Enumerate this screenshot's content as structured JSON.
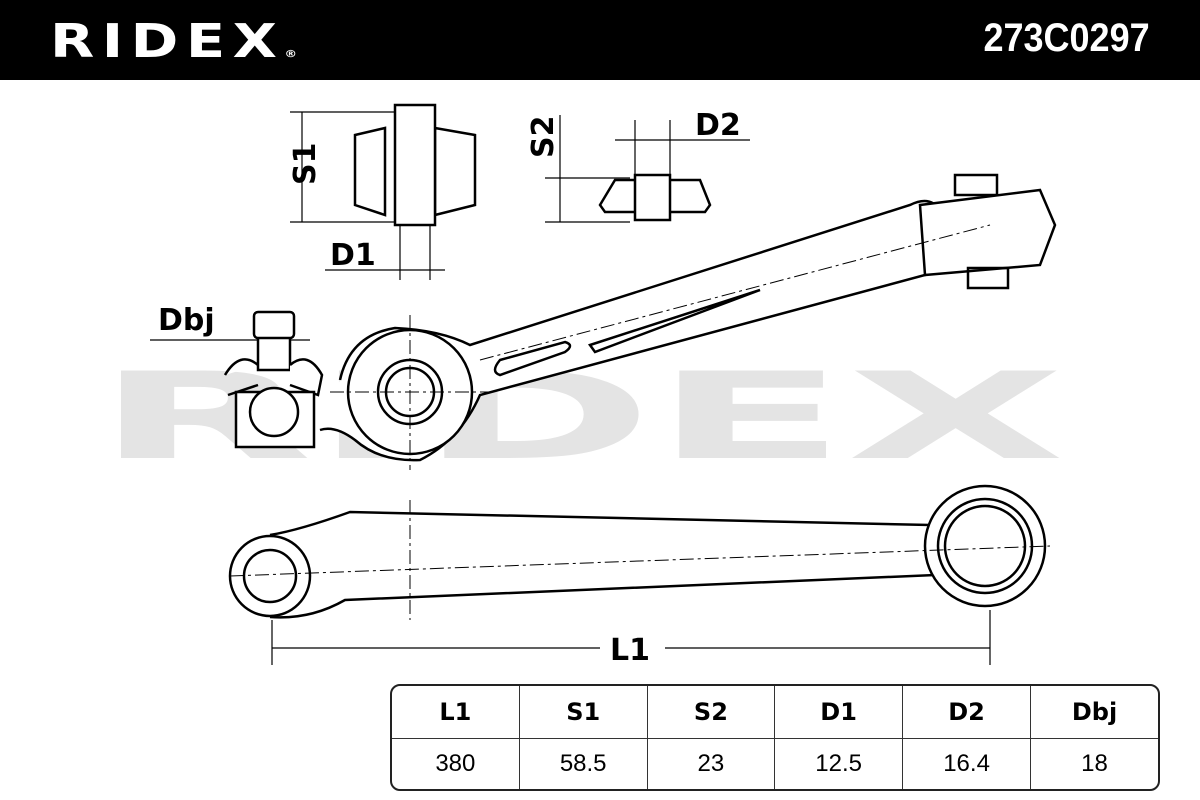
{
  "header": {
    "brand": "RIDEX",
    "registered": "®",
    "part_number": "273C0297"
  },
  "watermark": "RIDEX",
  "dimension_labels": {
    "s1": "S1",
    "d1": "D1",
    "s2": "S2",
    "d2": "D2",
    "dbj": "Dbj",
    "l1": "L1"
  },
  "spec_table": {
    "headers": [
      "L1",
      "S1",
      "S2",
      "D1",
      "D2",
      "Dbj"
    ],
    "values": [
      "380",
      "58.5",
      "23",
      "12.5",
      "16.4",
      "18"
    ]
  }
}
